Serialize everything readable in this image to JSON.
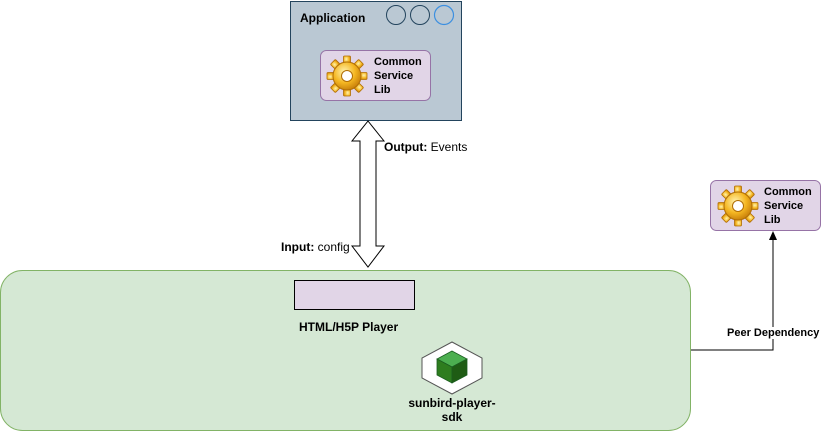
{
  "application": {
    "title": "Application",
    "window_buttons": [
      "circle",
      "circle",
      "circle"
    ]
  },
  "lib_in_app": {
    "line1": "Common",
    "line2": "Service",
    "line3": "Lib"
  },
  "lib_peer": {
    "line1": "Common",
    "line2": "Service",
    "line3": "Lib"
  },
  "output_label": {
    "key": "Output:",
    "value": " Events"
  },
  "input_label": {
    "key": "Input:",
    "value": " config"
  },
  "player": {
    "label": "HTML/H5P Player",
    "sdk_line1": "sunbird-player-",
    "sdk_line2": "sdk"
  },
  "peer_dependency_label": "Peer Dependency",
  "icons": {
    "gear": "gear-icon",
    "sdk": "cube-icon"
  },
  "colors": {
    "app_fill": "#bac8d3",
    "app_stroke": "#23445d",
    "lib_fill": "#e1d5e7",
    "lib_stroke": "#9673a6",
    "player_fill": "#d5e8d4",
    "player_stroke": "#82b366",
    "gear": "#f0b020",
    "cube": "#2e7d1e",
    "window_button_active": "#3c8fe0"
  }
}
